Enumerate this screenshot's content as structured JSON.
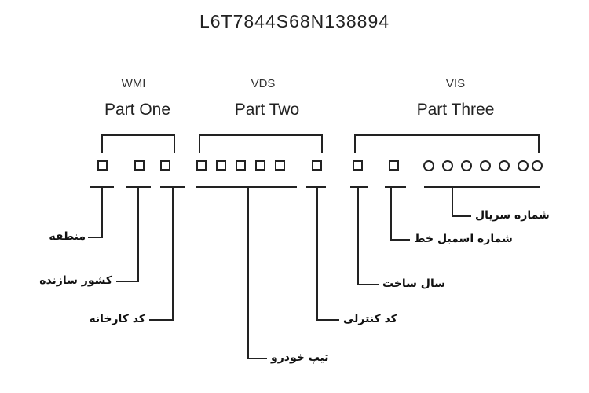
{
  "vin": "L6T7844S68N138894",
  "parts": [
    {
      "code": "WMI",
      "name": "Part One"
    },
    {
      "code": "VDS",
      "name": "Part Two"
    },
    {
      "code": "VIS",
      "name": "Part Three"
    }
  ],
  "labels": {
    "region": "منطقه",
    "country": "کشور سازنده",
    "manufacturer_code": "کد کارخانه",
    "vehicle_type": "تیپ خودرو",
    "check_digit": "کد کنترلی",
    "model_year": "سال ساخت",
    "assembly_line": "شماره اسمبل خط",
    "serial_number": "شماره سریال"
  },
  "colors": {
    "ink": "#222222",
    "background": "#ffffff"
  }
}
